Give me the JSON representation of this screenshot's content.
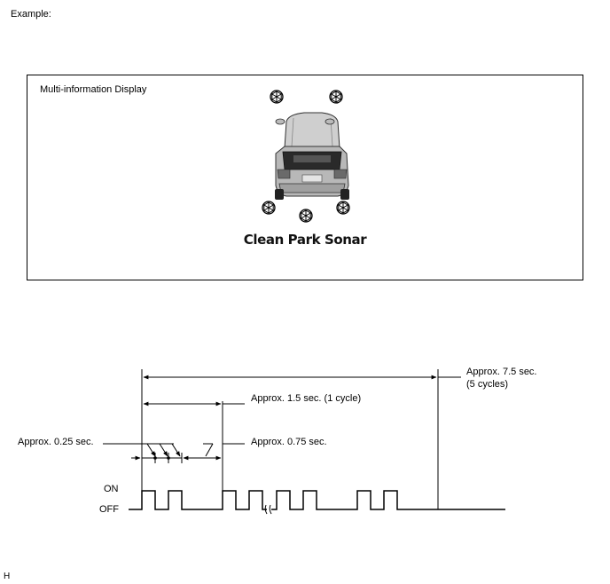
{
  "header": {
    "example_label": "Example:"
  },
  "display": {
    "title": "Multi-information Display",
    "caption": "Clean Park Sonar"
  },
  "timing": {
    "total_label_line1": "Approx. 7.5 sec.",
    "total_label_line2": "(5 cycles)",
    "cycle_label": "Approx. 1.5 sec. (1 cycle)",
    "on_time_label": "Approx. 0.25 sec.",
    "off_time_label": "Approx. 0.75 sec.",
    "on_label": "ON",
    "off_label": "OFF"
  },
  "footer": {
    "code": "H"
  },
  "colors": {
    "line": "#000000",
    "car_body": "#b8b8b8",
    "car_glass": "#2a2a2a"
  }
}
